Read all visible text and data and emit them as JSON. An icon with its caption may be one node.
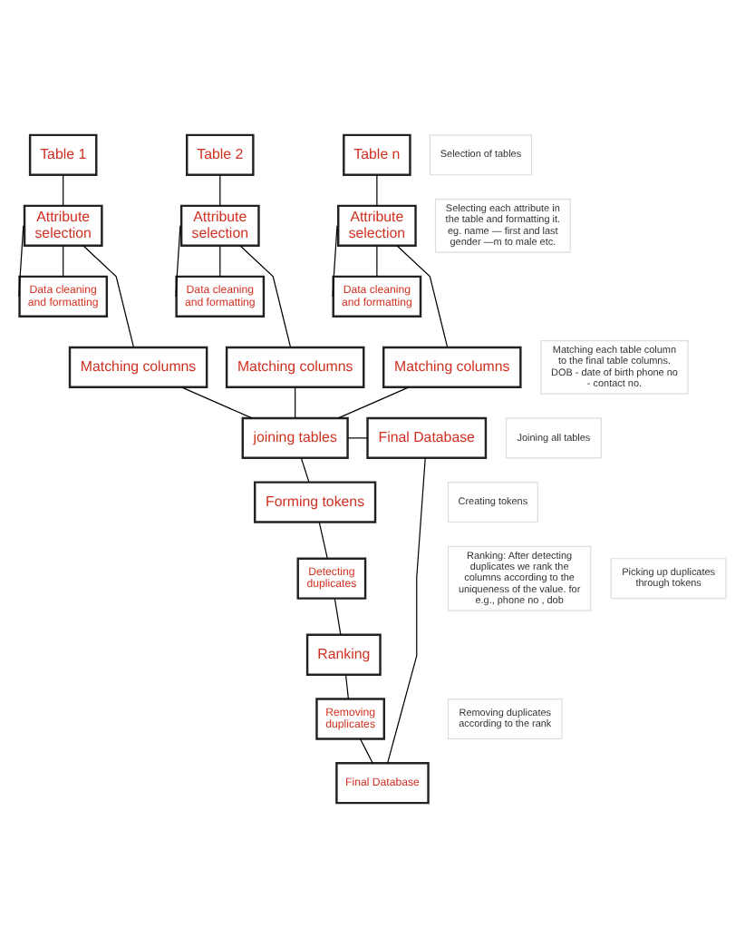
{
  "diagram": {
    "nodes": [
      {
        "text": [
          "Table 1"
        ]
      },
      {
        "text": [
          "Table 2"
        ]
      },
      {
        "text": [
          "Table n"
        ]
      },
      {
        "text": [
          "Selection of tables"
        ]
      },
      {
        "text": [
          "Attribute selection"
        ]
      },
      {
        "text": [
          "Attribute selection"
        ]
      },
      {
        "text": [
          "Attribute selection"
        ]
      },
      {
        "text": [
          "Selecting each attribute in the table and formatting it. eg. name — first and last gender —m to male etc."
        ]
      },
      {
        "text": [
          "Data cleaning and formatting"
        ]
      },
      {
        "text": [
          "Data cleaning and formatting"
        ]
      },
      {
        "text": [
          "Data cleaning and formatting"
        ]
      },
      {
        "text": [
          "Matching columns"
        ]
      },
      {
        "text": [
          "Matching columns"
        ]
      },
      {
        "text": [
          "Matching columns"
        ]
      },
      {
        "text": [
          "Matching each table column to the final table columns. DOB - date of birth phone no - contact no."
        ]
      },
      {
        "text": [
          "Joining all tables"
        ]
      },
      {
        "text": [
          "joining tables"
        ]
      },
      {
        "text": [
          "Final Database"
        ]
      },
      {
        "text": [
          "Ranking: After detecting duplicates we rank the columns according to the uniqueness of the value. for e.g., phone no , dob"
        ]
      },
      {
        "text": [
          "Forming tokens"
        ]
      },
      {
        "text": [
          "Creating tokens"
        ]
      },
      {
        "text": [
          "Detecting duplicates"
        ]
      },
      {
        "text": [
          "Picking up duplicates through tokens"
        ]
      },
      {
        "text": [
          "Ranking"
        ]
      },
      {
        "text": [
          "Removing duplicates"
        ]
      },
      {
        "text": [
          "Removing duplicates according to the rank"
        ]
      },
      {
        "text": [
          "Final Database"
        ]
      }
    ],
    "edges": [
      {
        "from": 0,
        "to": 4,
        "arrow": "none"
      },
      {
        "from": 1,
        "to": 5,
        "arrow": "none"
      },
      {
        "from": 2,
        "to": 6,
        "arrow": "none"
      },
      {
        "from": 4,
        "to": 8,
        "arrow": "none"
      },
      {
        "from": 4,
        "to": 8,
        "arrow": "none"
      },
      {
        "from": 5,
        "to": 9,
        "arrow": "none"
      },
      {
        "from": 5,
        "to": 9,
        "arrow": "none"
      },
      {
        "from": 6,
        "to": 10,
        "arrow": "none"
      },
      {
        "from": 6,
        "to": 10,
        "arrow": "none"
      },
      {
        "from": 4,
        "to": 11,
        "arrow": "none"
      },
      {
        "from": 5,
        "to": 12,
        "arrow": "none"
      },
      {
        "from": 6,
        "to": 13,
        "arrow": "none"
      },
      {
        "from": 11,
        "to": 16,
        "arrow": "none"
      },
      {
        "from": 12,
        "to": 16,
        "arrow": "none"
      },
      {
        "from": 13,
        "to": 16,
        "arrow": "none"
      },
      {
        "from": 16,
        "to": 17,
        "arrow": "none"
      },
      {
        "from": 16,
        "to": 19,
        "arrow": "none"
      },
      {
        "from": 19,
        "to": 21,
        "arrow": "none"
      },
      {
        "from": 21,
        "to": 23,
        "arrow": "none"
      },
      {
        "from": 23,
        "to": 24,
        "arrow": "none"
      },
      {
        "from": 24,
        "to": 26,
        "arrow": "none"
      },
      {
        "from": 17,
        "to": 26,
        "arrow": "none"
      }
    ]
  }
}
